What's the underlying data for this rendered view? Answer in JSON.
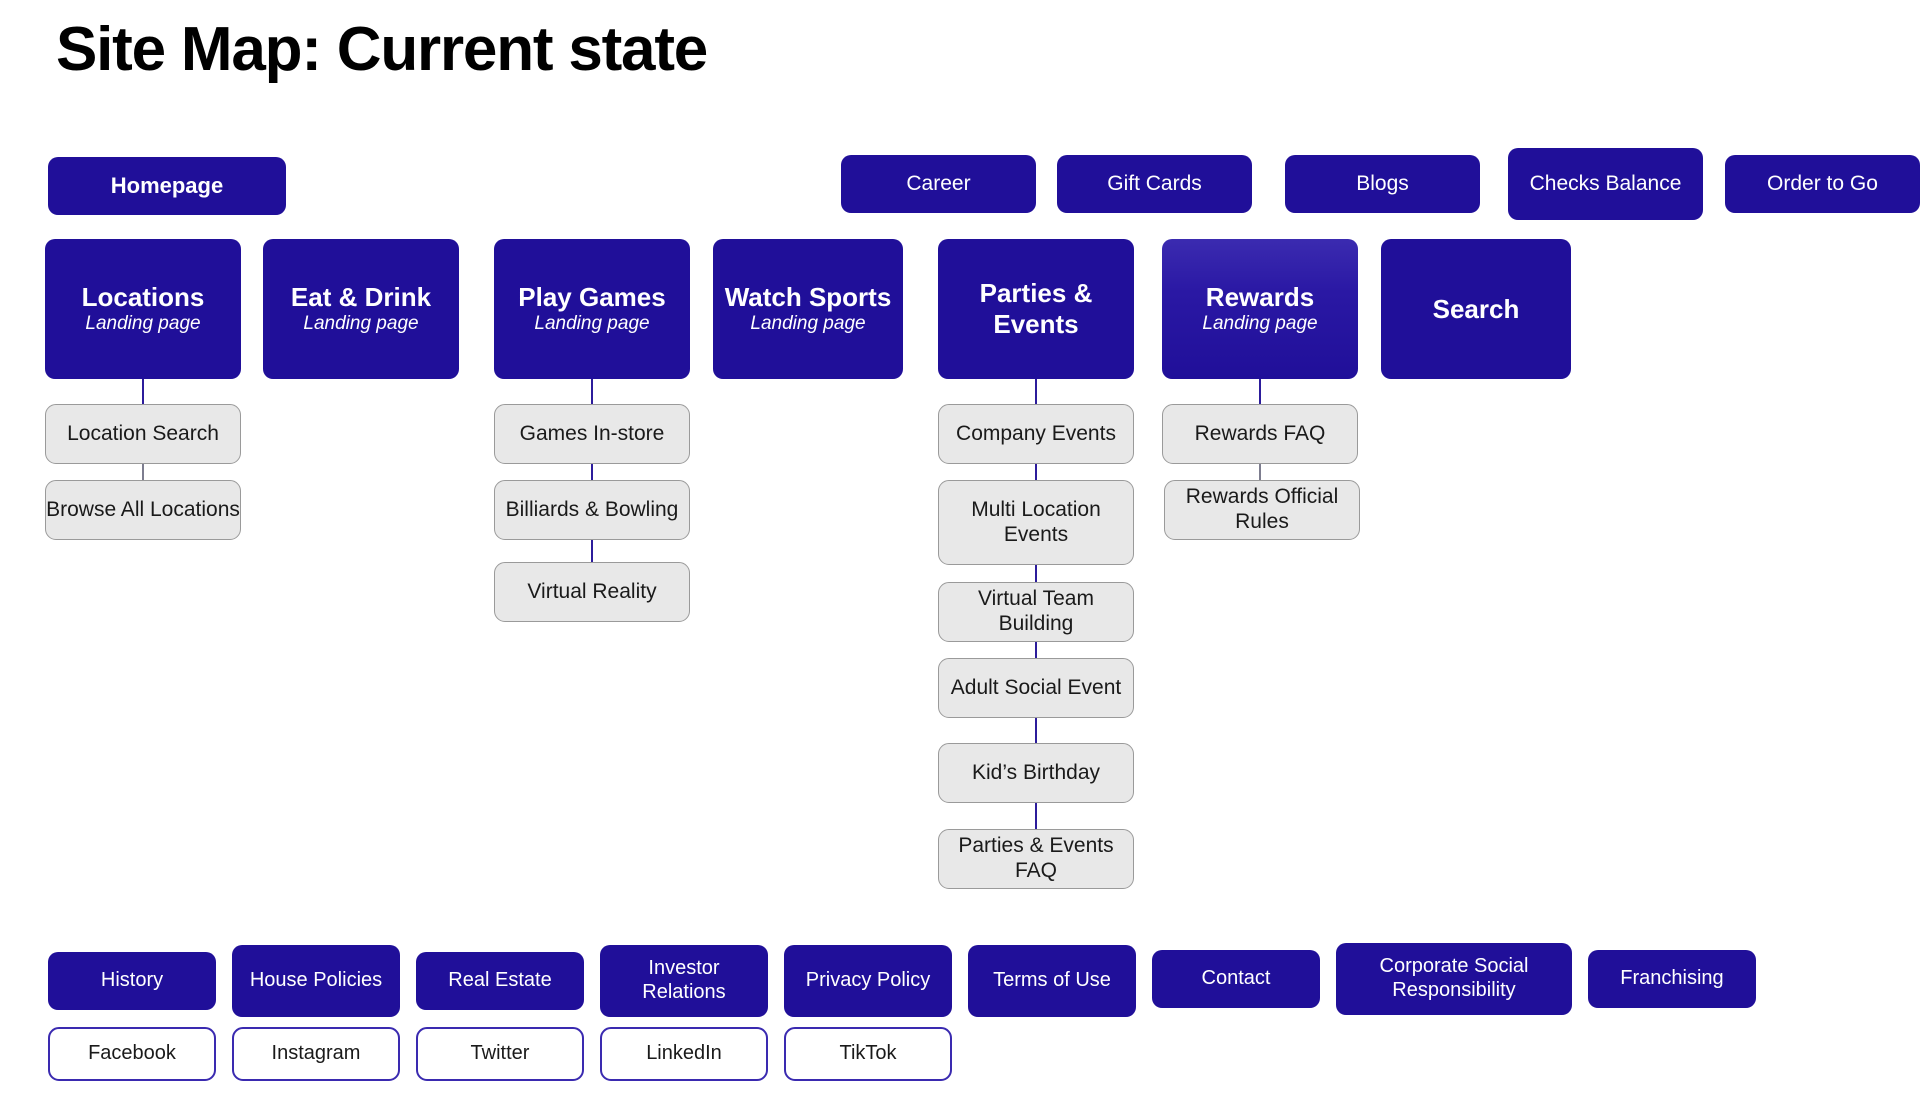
{
  "title": "Site Map: Current state",
  "colors": {
    "navy": "#200F99",
    "grey_fill": "#E8E8E8",
    "grey_border": "#9A9A9A",
    "outline_blue": "#3A2AB0",
    "connector": "#2C1C9B",
    "text_dark": "#1A1A1A",
    "text_light": "#FFFFFF"
  },
  "home": {
    "label": "Homepage"
  },
  "utility_nav": [
    {
      "label": "Career"
    },
    {
      "label": "Gift Cards"
    },
    {
      "label": "Blogs"
    },
    {
      "label": "Checks Balance"
    },
    {
      "label": "Order to Go"
    }
  ],
  "categories": [
    {
      "title": "Locations",
      "subtitle": "Landing page",
      "children": [
        "Location Search",
        "Browse All Locations"
      ]
    },
    {
      "title": "Eat & Drink",
      "subtitle": "Landing page",
      "children": []
    },
    {
      "title": "Play Games",
      "subtitle": "Landing page",
      "children": [
        "Games In-store",
        "Billiards & Bowling",
        "Virtual Reality"
      ]
    },
    {
      "title": "Watch Sports",
      "subtitle": "Landing page",
      "children": []
    },
    {
      "title": "Parties & Events",
      "subtitle": "",
      "children": [
        "Company Events",
        "Multi Location Events",
        "Virtual Team Building",
        "Adult Social Event",
        "Kid’s Birthday",
        "Parties & Events FAQ"
      ]
    },
    {
      "title": "Rewards",
      "subtitle": "Landing page",
      "children": [
        "Rewards FAQ",
        "Rewards Official Rules"
      ]
    },
    {
      "title": "Search",
      "subtitle": "",
      "children": []
    }
  ],
  "footer_links": [
    {
      "label": "History"
    },
    {
      "label": "House Policies"
    },
    {
      "label": "Real Estate"
    },
    {
      "label": "Investor Relations"
    },
    {
      "label": "Privacy Policy"
    },
    {
      "label": "Terms of Use"
    },
    {
      "label": "Contact"
    },
    {
      "label": "Corporate Social Responsibility"
    },
    {
      "label": "Franchising"
    }
  ],
  "social_links": [
    {
      "label": "Facebook"
    },
    {
      "label": "Instagram"
    },
    {
      "label": "Twitter"
    },
    {
      "label": "LinkedIn"
    },
    {
      "label": "TikTok"
    }
  ]
}
